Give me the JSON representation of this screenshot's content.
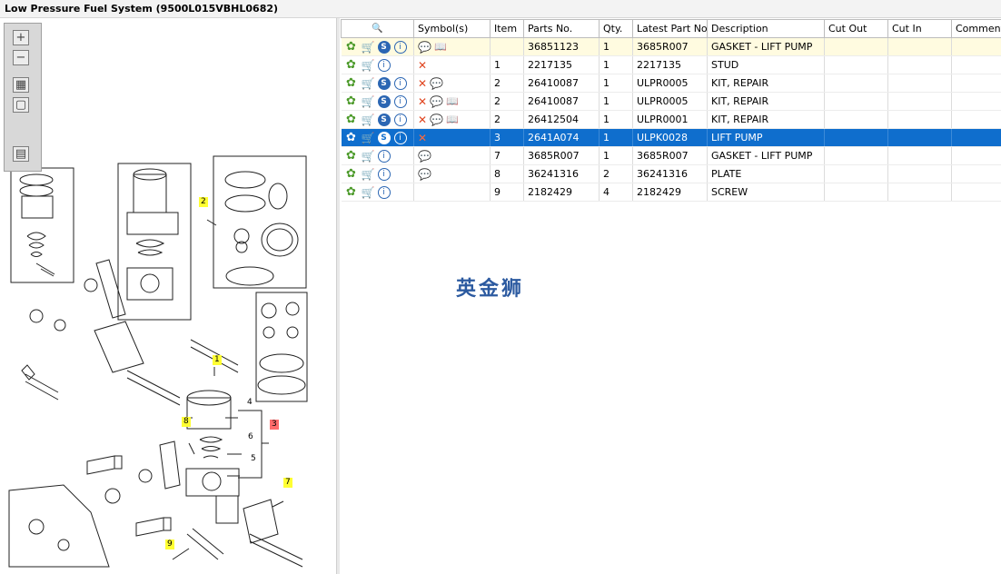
{
  "window": {
    "title": "Low Pressure Fuel System (9500L015VBHL0682)"
  },
  "toolbox": {
    "zoom_in": "+",
    "zoom_out": "−",
    "fit": "▦",
    "select": "▢",
    "layout": "▤"
  },
  "callouts": [
    {
      "label": "2",
      "style": "y"
    },
    {
      "label": "1",
      "style": "y"
    },
    {
      "label": "4",
      "style": "n"
    },
    {
      "label": "8",
      "style": "y"
    },
    {
      "label": "3",
      "style": "r"
    },
    {
      "label": "6",
      "style": "n"
    },
    {
      "label": "5",
      "style": "n"
    },
    {
      "label": "7",
      "style": "y"
    },
    {
      "label": "9",
      "style": "y"
    }
  ],
  "watermark": "英金狮",
  "table": {
    "columns": [
      "",
      "Symbol(s)",
      "Item",
      "Parts No.",
      "Qty.",
      "Latest Part No.",
      "Description",
      "Cut Out",
      "Cut In",
      "Comments"
    ],
    "rows": [
      {
        "state": "hl",
        "actions": [
          "gear",
          "cart",
          "s",
          "i"
        ],
        "symbols": [
          "bubble",
          "book"
        ],
        "item": "",
        "part_no": "36851123",
        "qty": "1",
        "latest": "3685R007",
        "description": "GASKET - LIFT PUMP",
        "cut_out": "",
        "cut_in": "",
        "comments": ""
      },
      {
        "state": "",
        "actions": [
          "gear",
          "cart",
          "i"
        ],
        "symbols": [
          "x"
        ],
        "item": "1",
        "part_no": "2217135",
        "qty": "1",
        "latest": "2217135",
        "description": "STUD",
        "cut_out": "",
        "cut_in": "",
        "comments": ""
      },
      {
        "state": "",
        "actions": [
          "gear",
          "cart",
          "s",
          "i"
        ],
        "symbols": [
          "x",
          "bubble"
        ],
        "item": "2",
        "part_no": "26410087",
        "qty": "1",
        "latest": "ULPR0005",
        "description": "KIT, REPAIR",
        "cut_out": "",
        "cut_in": "",
        "comments": ""
      },
      {
        "state": "",
        "actions": [
          "gear",
          "cart",
          "s",
          "i"
        ],
        "symbols": [
          "x",
          "bubble",
          "book"
        ],
        "item": "2",
        "part_no": "26410087",
        "qty": "1",
        "latest": "ULPR0005",
        "description": "KIT, REPAIR",
        "cut_out": "",
        "cut_in": "",
        "comments": ""
      },
      {
        "state": "",
        "actions": [
          "gear",
          "cart",
          "s",
          "i"
        ],
        "symbols": [
          "x",
          "bubble",
          "book"
        ],
        "item": "2",
        "part_no": "26412504",
        "qty": "1",
        "latest": "ULPR0001",
        "description": "KIT, REPAIR",
        "cut_out": "",
        "cut_in": "",
        "comments": ""
      },
      {
        "state": "sel",
        "actions": [
          "gear",
          "cart",
          "s",
          "i"
        ],
        "symbols": [
          "x"
        ],
        "item": "3",
        "part_no": "2641A074",
        "qty": "1",
        "latest": "ULPK0028",
        "description": "LIFT PUMP",
        "cut_out": "",
        "cut_in": "",
        "comments": ""
      },
      {
        "state": "",
        "actions": [
          "gear",
          "cart",
          "i"
        ],
        "symbols": [
          "bubble"
        ],
        "item": "7",
        "part_no": "3685R007",
        "qty": "1",
        "latest": "3685R007",
        "description": "GASKET - LIFT PUMP",
        "cut_out": "",
        "cut_in": "",
        "comments": ""
      },
      {
        "state": "",
        "actions": [
          "gear",
          "cart",
          "i"
        ],
        "symbols": [
          "bubble"
        ],
        "item": "8",
        "part_no": "36241316",
        "qty": "2",
        "latest": "36241316",
        "description": "PLATE",
        "cut_out": "",
        "cut_in": "",
        "comments": ""
      },
      {
        "state": "",
        "actions": [
          "gear",
          "cart",
          "i"
        ],
        "symbols": [],
        "item": "9",
        "part_no": "2182429",
        "qty": "4",
        "latest": "2182429",
        "description": "SCREW",
        "cut_out": "",
        "cut_in": "",
        "comments": ""
      }
    ]
  },
  "icon_glyphs": {
    "gear": "✿",
    "cart": "🛒",
    "s": "S",
    "i": "i",
    "x": "✕",
    "bubble": "💬",
    "book": "📖",
    "zoom-preview": "🔍"
  }
}
